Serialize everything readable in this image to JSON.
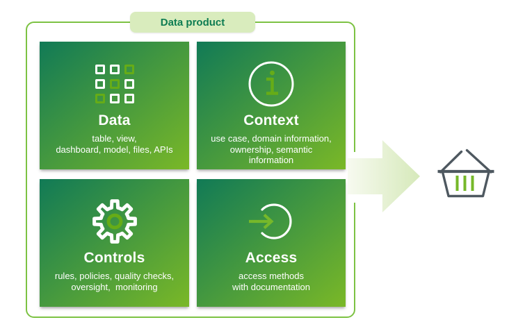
{
  "label": "Data product",
  "boxes": [
    {
      "title": "Data",
      "subtitle": "table, view,\ndashboard, model, files, APIs",
      "icon": "grid-squares-icon"
    },
    {
      "title": "Context",
      "subtitle": "use case, domain information,\nownership, semantic\ninformation",
      "icon": "info-circle-icon"
    },
    {
      "title": "Controls",
      "subtitle": "rules, policies, quality checks,\noversight,  monitoring",
      "icon": "gear-icon"
    },
    {
      "title": "Access",
      "subtitle": "access methods\nwith documentation",
      "icon": "arrow-into-circle-icon"
    }
  ],
  "output": {
    "icon": "shopping-basket-icon"
  },
  "colors": {
    "outline": "#7cc242",
    "pill-bg": "#d9ecbd",
    "pill-text": "#0e7c52",
    "box-grad-start": "#117a56",
    "box-grad-end": "#7ab827",
    "icon-green": "#66ac17",
    "accent-green": "#76b82a",
    "basket-stroke": "#4e5860",
    "arrow-start": "#f7faf0",
    "arrow-end": "#d6e9ba"
  }
}
